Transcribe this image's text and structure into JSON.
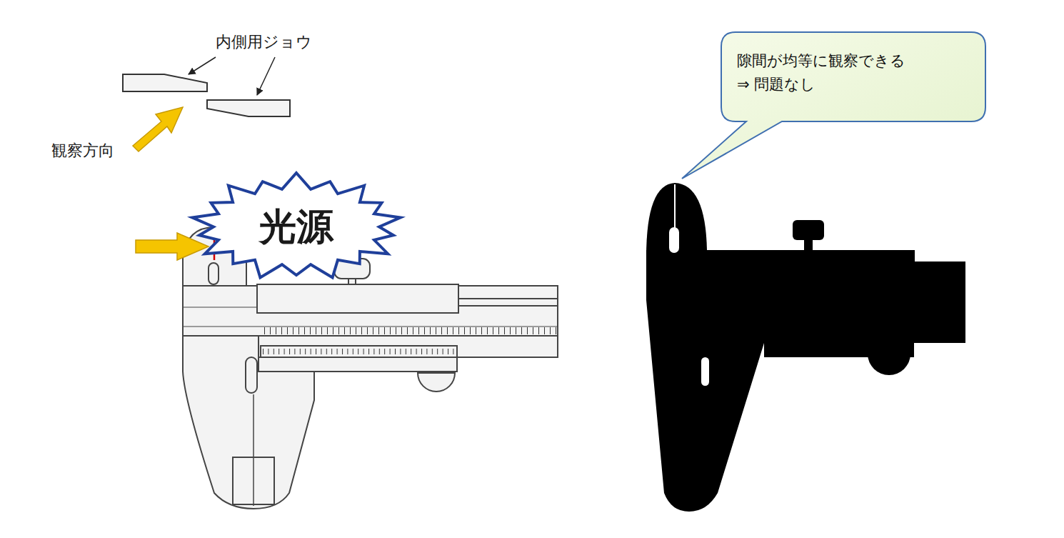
{
  "diagram": {
    "nodes": [
      {
        "text": [
          "光源"
        ]
      },
      {
        "text": [
          "隙間が均等に観察できる ⇒ 問題なし"
        ]
      }
    ],
    "labels": [
      "内側用ジョウ",
      "観察方向"
    ]
  }
}
